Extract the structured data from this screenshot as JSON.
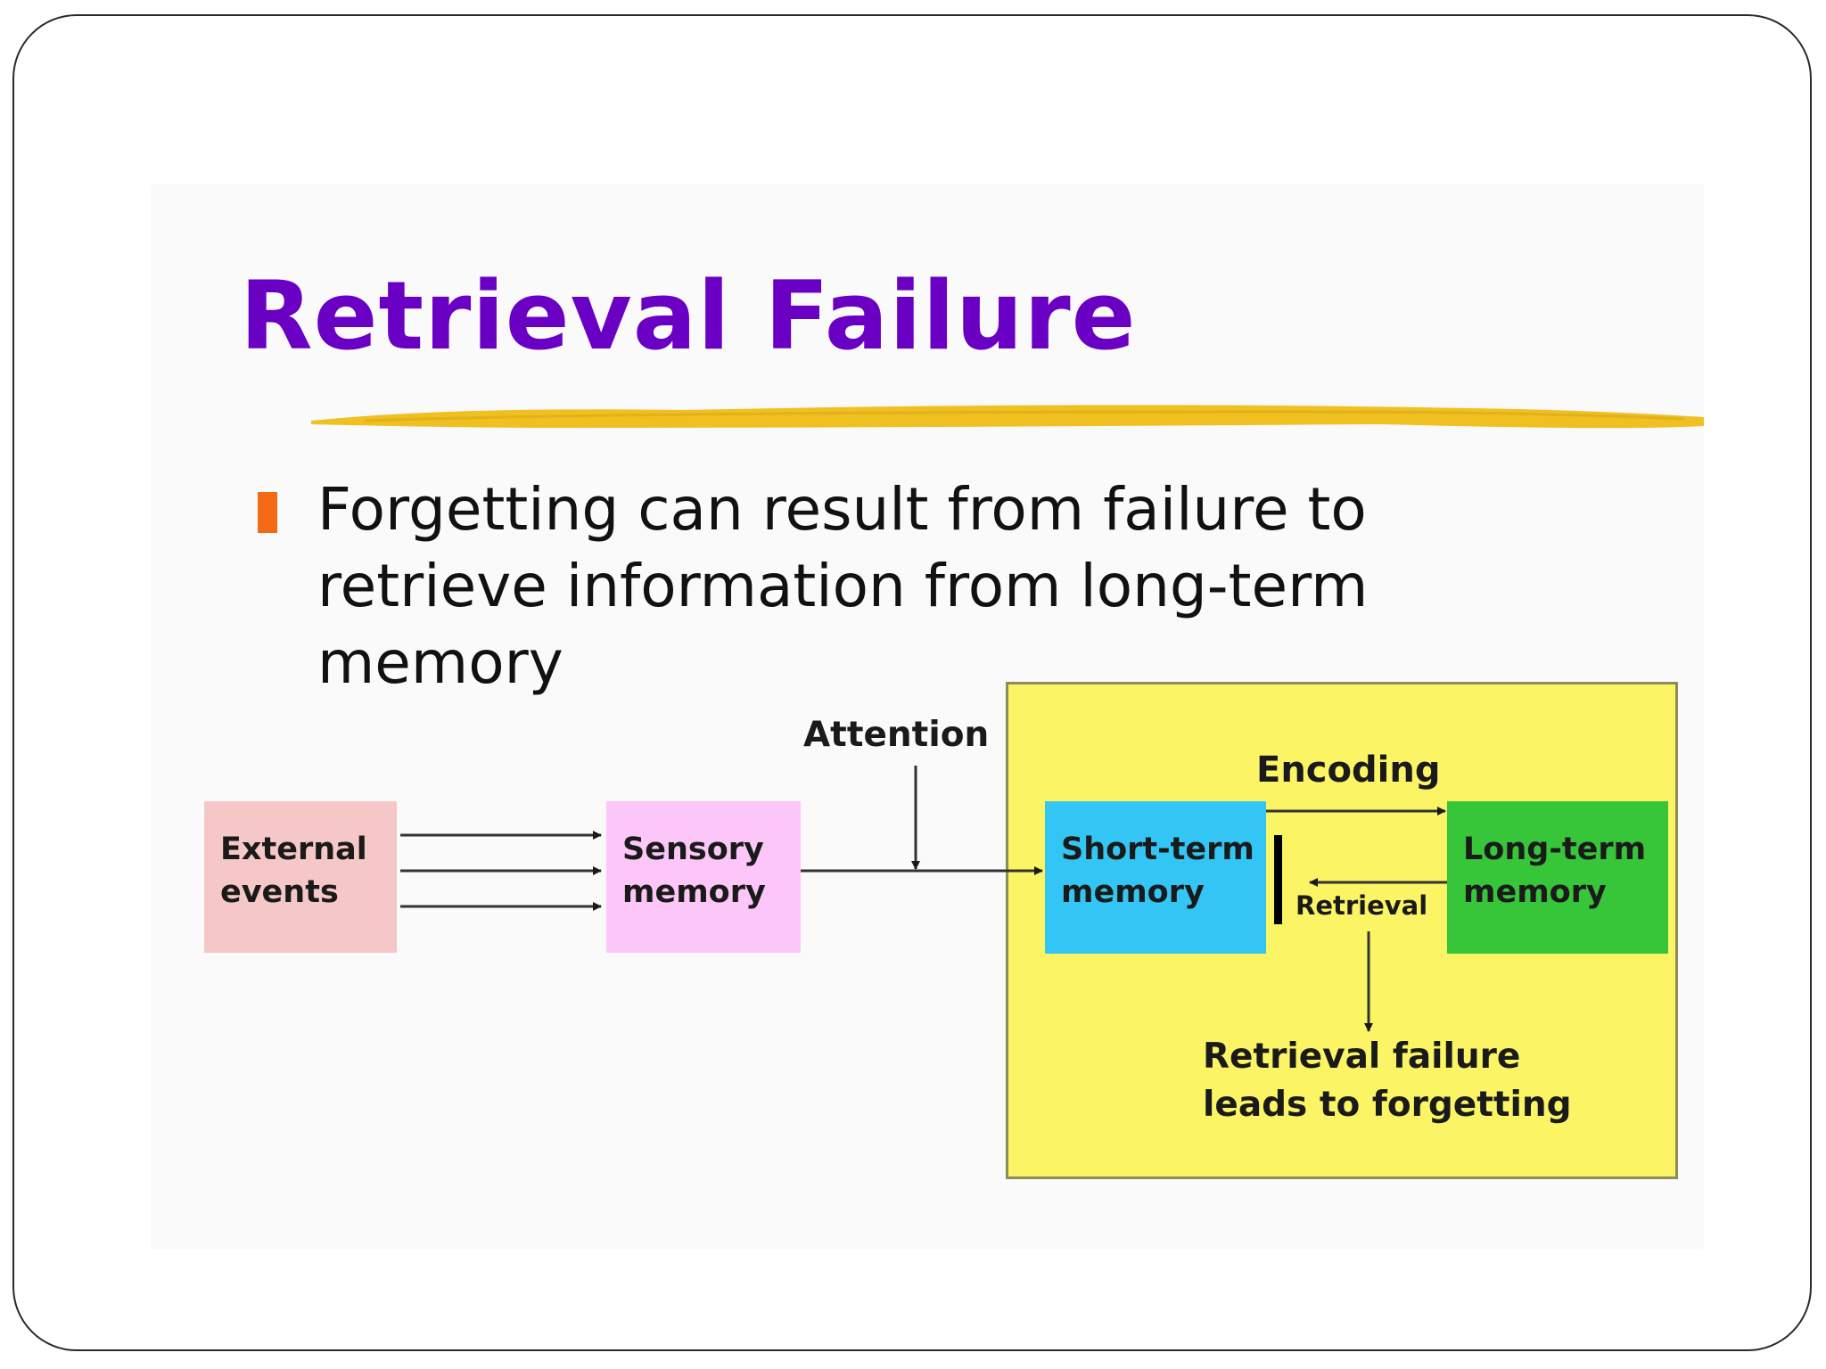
{
  "slide": {
    "title": "Retrieval Failure",
    "bullet": "Forgetting can result from failure to retrieve information from long-term memory"
  },
  "diagram": {
    "nodes": {
      "external_events": "External\nevents",
      "sensory_memory": "Sensory\nmemory",
      "short_term_memory": "Short-term\nmemory",
      "long_term_memory": "Long-term\nmemory"
    },
    "labels": {
      "attention": "Attention",
      "encoding": "Encoding",
      "retrieval": "Retrieval",
      "retrieval_failure": "Retrieval failure\nleads to forgetting"
    }
  },
  "colors": {
    "title": "#6a00c4",
    "underline_stroke": "#f0c020",
    "bullet_marker": "#f26a14",
    "external_events": "#f6c7c7",
    "sensory_memory": "#fcc6f8",
    "yellow_region": "#fbf565",
    "short_term_memory": "#33c6f5",
    "long_term_memory": "#37c53a"
  },
  "icons": [
    "bullet-square-icon",
    "arrow-icon"
  ]
}
